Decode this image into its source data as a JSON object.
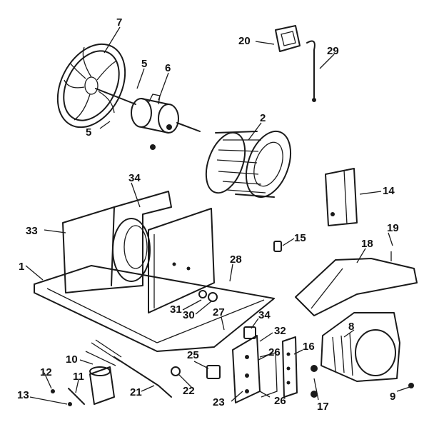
{
  "callouts": {
    "c1": "1",
    "c2": "2",
    "c5a": "5",
    "c5b": "5",
    "c6": "6",
    "c7": "7",
    "c8": "8",
    "c9": "9",
    "c10": "10",
    "c11": "11",
    "c12": "12",
    "c13": "13",
    "c14": "14",
    "c15": "15",
    "c16": "16",
    "c17": "17",
    "c18": "18",
    "c19": "19",
    "c20": "20",
    "c21": "21",
    "c22": "22",
    "c23": "23",
    "c25": "25",
    "c26a": "26",
    "c26b": "26",
    "c27": "27",
    "c28": "28",
    "c29": "29",
    "c30": "30",
    "c31": "31",
    "c32": "32",
    "c33": "33",
    "c34a": "34",
    "c34b": "34"
  },
  "colors": {
    "ink": "#1a1a1a",
    "paper": "#ffffff"
  }
}
